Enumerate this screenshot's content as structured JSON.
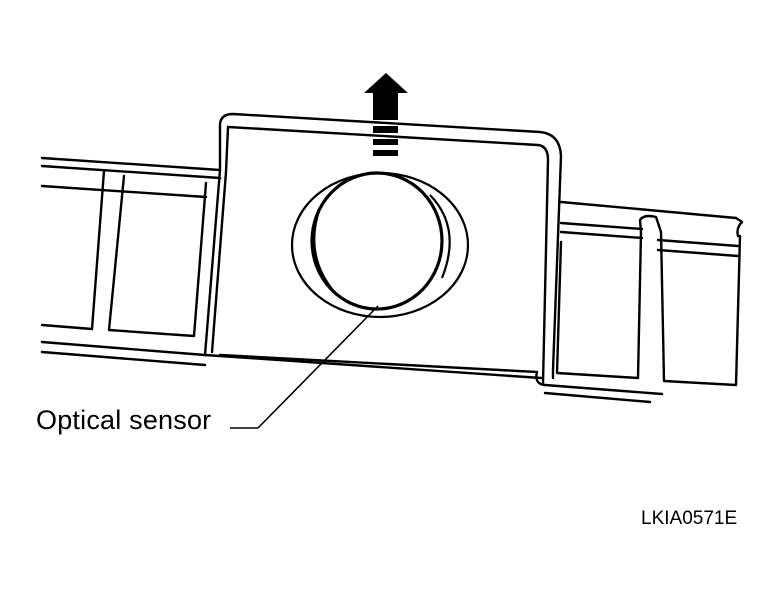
{
  "diagram": {
    "callout": {
      "label": "Optical sensor"
    },
    "figure_code": "LKIA0571E",
    "arrow": {
      "direction": "up",
      "icon": "arrow-up-icon"
    },
    "colors": {
      "line": "#000000",
      "background": "#ffffff"
    }
  }
}
